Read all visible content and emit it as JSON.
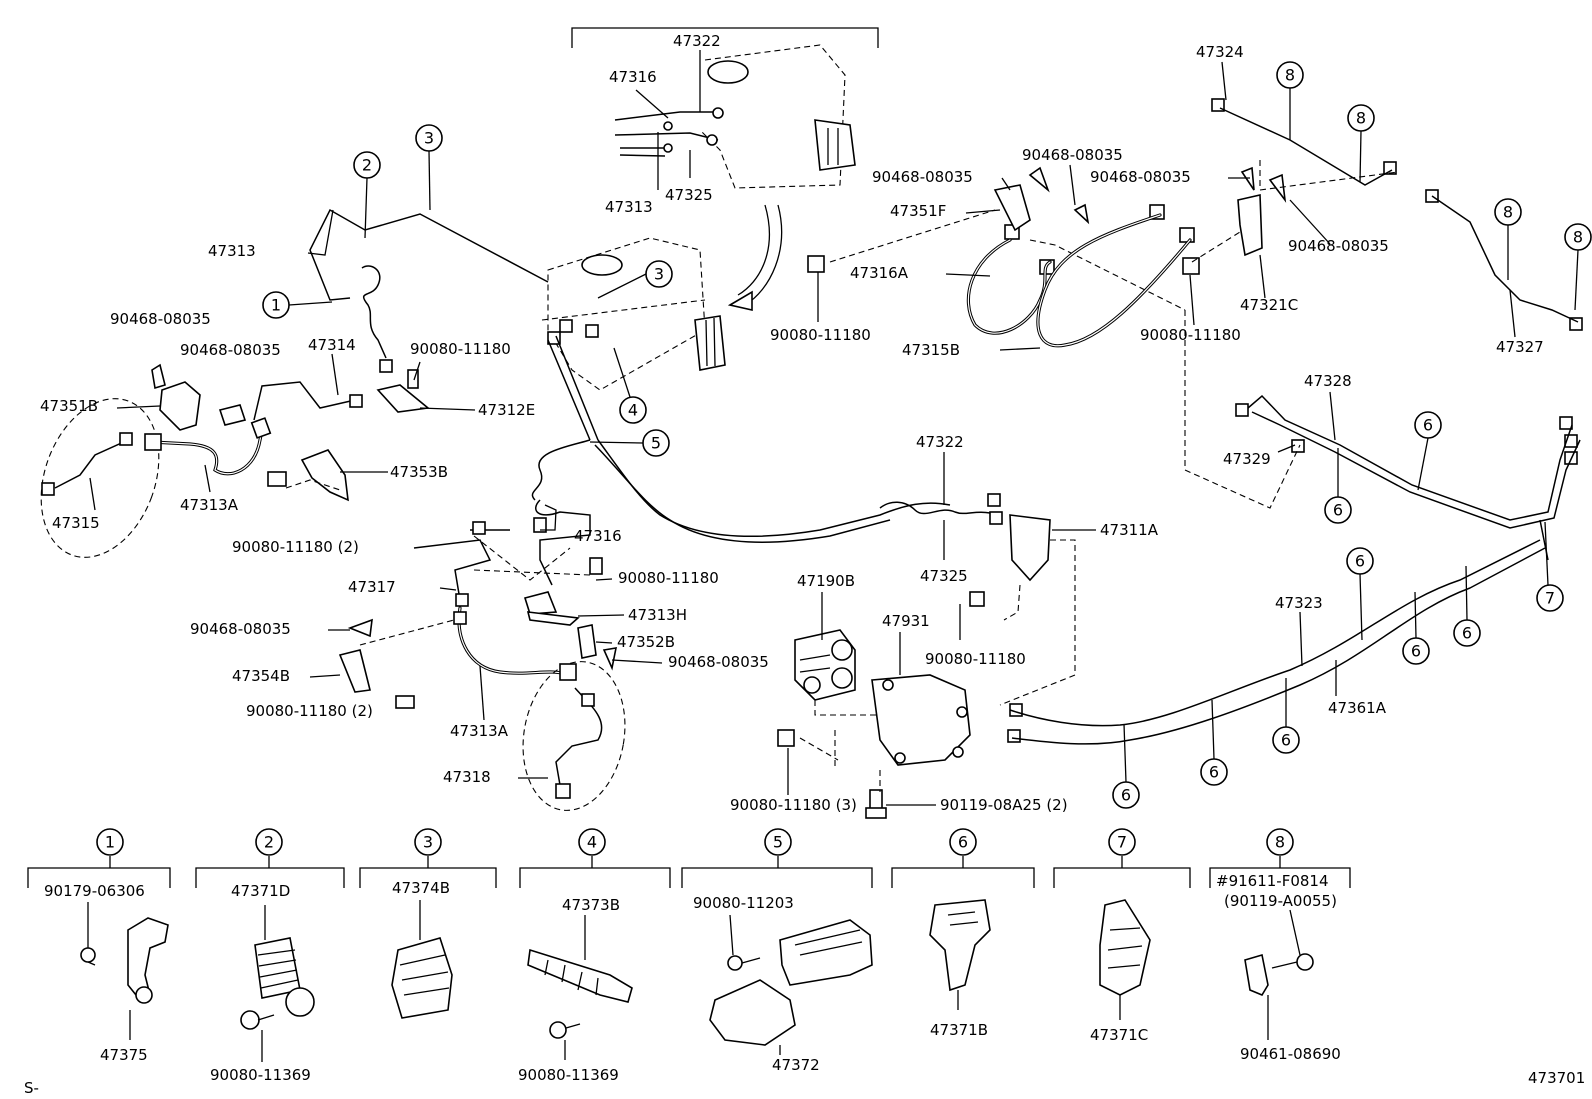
{
  "labels": {
    "l47322_top": "47322",
    "l47316_top": "47316",
    "l47313_top": "47313",
    "l47325_top": "47325",
    "l47313_left": "47313",
    "l90468_a": "90468-08035",
    "l90468_b": "90468-08035",
    "l47314": "47314",
    "l90080_a": "90080-11180",
    "l47351B": "47351B",
    "l47312E": "47312E",
    "l47315": "47315",
    "l47313A_a": "47313A",
    "l47353B": "47353B",
    "l90080_2a": "90080-11180 (2)",
    "l47316_mid": "47316",
    "l47317": "47317",
    "l90080_b": "90080-11180",
    "l47313H": "47313H",
    "l90468_c": "90468-08035",
    "l47352B": "47352B",
    "l90468_d": "90468-08035",
    "l47354B": "47354B",
    "l90080_2b": "90080-11180 (2)",
    "l47313A_b": "47313A",
    "l47318": "47318",
    "l47322_mid": "47322",
    "l47325_mid": "47325",
    "l47311A": "47311A",
    "l90080_c": "90080-11180",
    "l47190B": "47190B",
    "l47931": "47931",
    "l90080_3": "90080-11180 (3)",
    "l90119": "90119-08A25 (2)",
    "l90468_e": "90468-08035",
    "l90468_f": "90468-08035",
    "l47351F": "47351F",
    "l90468_g": "90468-08035",
    "l90468_h": "90468-08035",
    "l47316A": "47316A",
    "l90080_d": "90080-11180",
    "l47315B": "47315B",
    "l47321C": "47321C",
    "l90080_e": "90080-11180",
    "l47324": "47324",
    "l47327": "47327",
    "l47328": "47328",
    "l47329": "47329",
    "l47323": "47323",
    "l47361A": "47361A"
  },
  "callouts": {
    "c1": "1",
    "c2": "2",
    "c3": "3",
    "c4": "4",
    "c5": "5",
    "c6": "6",
    "c7": "7",
    "c8": "8"
  },
  "details": {
    "d1_part": "90179-06306",
    "d1_sub": "47375",
    "d2_part": "47371D",
    "d2_sub": "90080-11369",
    "d3_part": "47374B",
    "d4_part": "47373B",
    "d4_sub": "90080-11369",
    "d5_part": "90080-11203",
    "d5_sub": "47372",
    "d6_sub": "47371B",
    "d7_sub": "47371C",
    "d8_part1": "#91611-F0814",
    "d8_part2": "(90119-A0055)",
    "d8_sub": "90461-08690"
  },
  "footer": {
    "prefix": "S-",
    "diagram_no": "473701"
  }
}
